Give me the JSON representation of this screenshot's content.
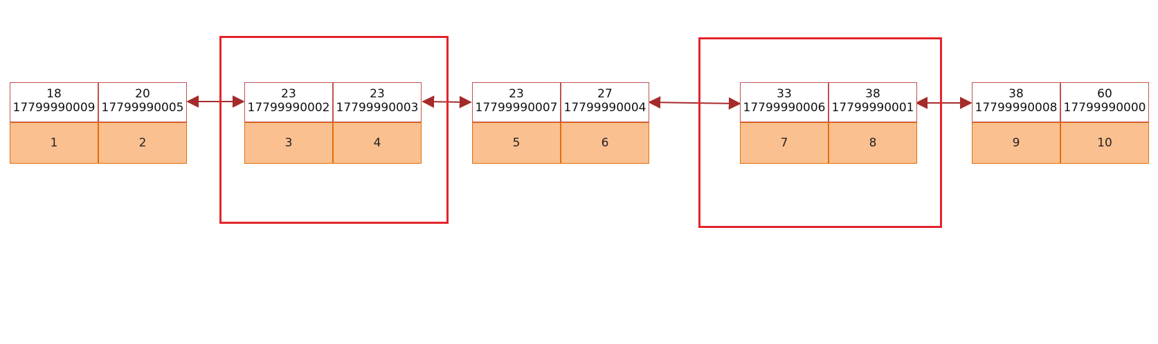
{
  "diagram": {
    "nodes": [
      {
        "keys": [
          {
            "score": "18",
            "id": "17799990009"
          },
          {
            "score": "20",
            "id": "17799990005"
          }
        ],
        "values": [
          "1",
          "2"
        ]
      },
      {
        "keys": [
          {
            "score": "23",
            "id": "17799990002"
          },
          {
            "score": "23",
            "id": "17799990003"
          }
        ],
        "values": [
          "3",
          "4"
        ]
      },
      {
        "keys": [
          {
            "score": "23",
            "id": "17799990007"
          },
          {
            "score": "27",
            "id": "17799990004"
          }
        ],
        "values": [
          "5",
          "6"
        ]
      },
      {
        "keys": [
          {
            "score": "33",
            "id": "17799990006"
          },
          {
            "score": "38",
            "id": "17799990001"
          }
        ],
        "values": [
          "7",
          "8"
        ]
      },
      {
        "keys": [
          {
            "score": "38",
            "id": "17799990008"
          },
          {
            "score": "60",
            "id": "17799990000"
          }
        ],
        "values": [
          "9",
          "10"
        ]
      }
    ],
    "highlighted_nodes": [
      1,
      3
    ],
    "colors": {
      "key_border": "#c0504d",
      "value_fill": "#fac090",
      "value_border": "#e46c0a",
      "arrow": "#a52a2a",
      "highlight": "#e3242b"
    }
  }
}
